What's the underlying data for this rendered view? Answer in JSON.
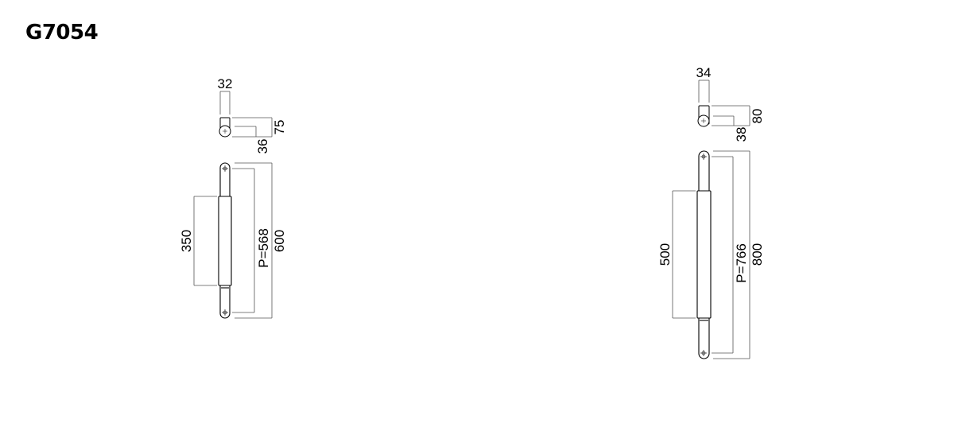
{
  "title": "G7054",
  "handles": [
    {
      "name": "600",
      "dims": {
        "diameter": "32",
        "offset": "36",
        "projection": "75",
        "grip": "350",
        "pitch": "P=568",
        "length": "600"
      }
    },
    {
      "name": "800",
      "dims": {
        "diameter": "34",
        "offset": "38",
        "projection": "80",
        "grip": "500",
        "pitch": "P=766",
        "length": "800"
      }
    }
  ],
  "colors": {
    "line": "#000000",
    "dimension_line": "#555555"
  }
}
